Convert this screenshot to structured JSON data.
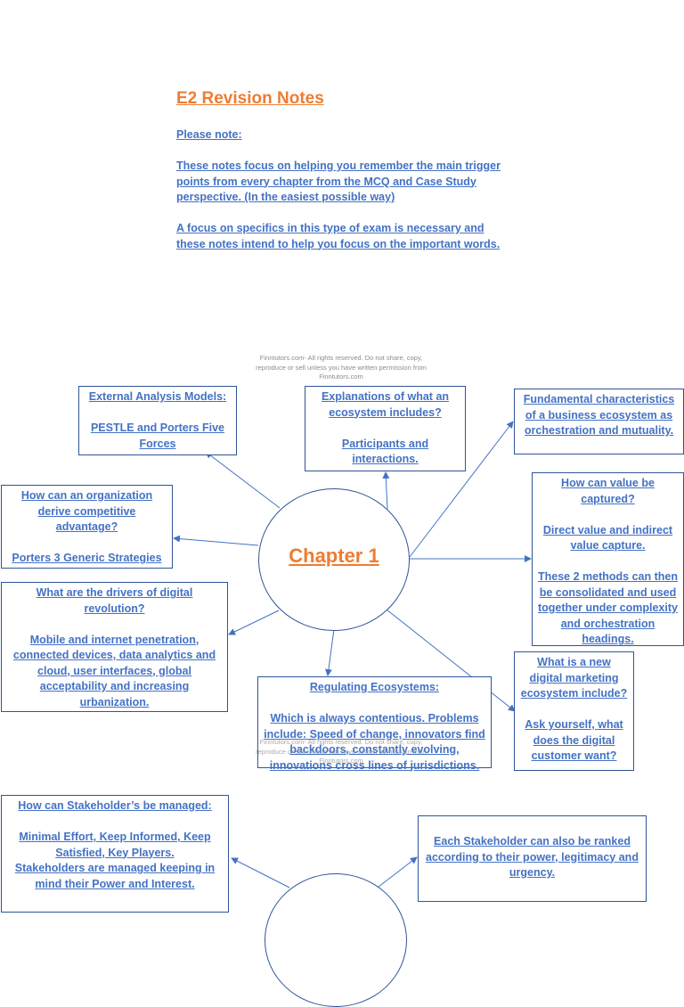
{
  "header": {
    "title": "E2 Revision Notes",
    "please_note": "Please note:",
    "paragraph1": "These notes focus on helping you remember the main trigger points from every chapter from the MCQ and Case Study perspective. (In the easiest possible way)",
    "paragraph2": "A focus on specifics in this type of exam is necessary and these notes intend to help you focus on the important words."
  },
  "watermark": {
    "line1": "Finntutors.com- All rights reserved. Do not share, copy,",
    "line2": "reproduce or sell unless you have written permission from",
    "line3": "Finntutors.com"
  },
  "chapter1": {
    "center_label": "Chapter 1",
    "boxes": {
      "external": {
        "question": "External Analysis Models:",
        "answer_line1": "PESTLE and Porters Five",
        "answer_line2": "Forces"
      },
      "ecosystem": {
        "question_line1": "Explanations of what an",
        "question_line2": "ecosystem includes?",
        "answer_line1": "Participants and",
        "answer_line2": "interactions."
      },
      "fundamental": {
        "line1": "Fundamental characteristics",
        "line2": "of a business ecosystem as",
        "line3": "orchestration and mutuality."
      },
      "advantage": {
        "question_line1": "How can an organization",
        "question_line2": "derive competitive",
        "question_line3": "advantage?",
        "answer": "Porters 3 Generic Strategies"
      },
      "value": {
        "question_line1": "How can value be",
        "question_line2": "captured?",
        "answer_line1": "Direct value and indirect",
        "answer_line2": "value capture.",
        "extra_line1": "These 2 methods can then",
        "extra_line2": "be consolidated and used",
        "extra_line3": "together under complexity",
        "extra_line4": "and orchestration",
        "extra_line5": "headings."
      },
      "drivers": {
        "question_line1": "What are the drivers of digital",
        "question_line2": "revolution?",
        "answer_line1": "Mobile and internet penetration,",
        "answer_line2": "connected devices, data analytics and",
        "answer_line3": "cloud, user interfaces, global",
        "answer_line4": "acceptability and increasing",
        "answer_line5": "urbanization."
      },
      "regulating": {
        "question": "Regulating Ecosystems:",
        "answer_line1": "Which is always contentious. Problems",
        "answer_line2": "include: Speed of change, innovators find",
        "answer_line3": "backdoors, constantly evolving,",
        "answer_line4": "innovations cross lines of jurisdictions."
      },
      "marketing": {
        "question_line1": "What is a new",
        "question_line2": "digital marketing",
        "question_line3": "ecosystem include?",
        "answer_line1": "Ask yourself, what",
        "answer_line2": "does the digital",
        "answer_line3": "customer want?"
      }
    }
  },
  "stakeholders": {
    "managed": {
      "question": "How can Stakeholder’s be managed:",
      "answer_line1": "Minimal Effort, Keep Informed, Keep",
      "answer_line2": "Satisfied, Key Players.",
      "answer_line3": "Stakeholders are managed keeping in",
      "answer_line4": "mind their Power and Interest."
    },
    "ranked": {
      "line1": "Each Stakeholder can also be ranked",
      "line2": "according to their power, legitimacy and",
      "line3": "urgency."
    }
  },
  "colors": {
    "title_orange": "#ED7D31",
    "text_blue": "#4472C4",
    "border_blue": "#2F5597"
  }
}
